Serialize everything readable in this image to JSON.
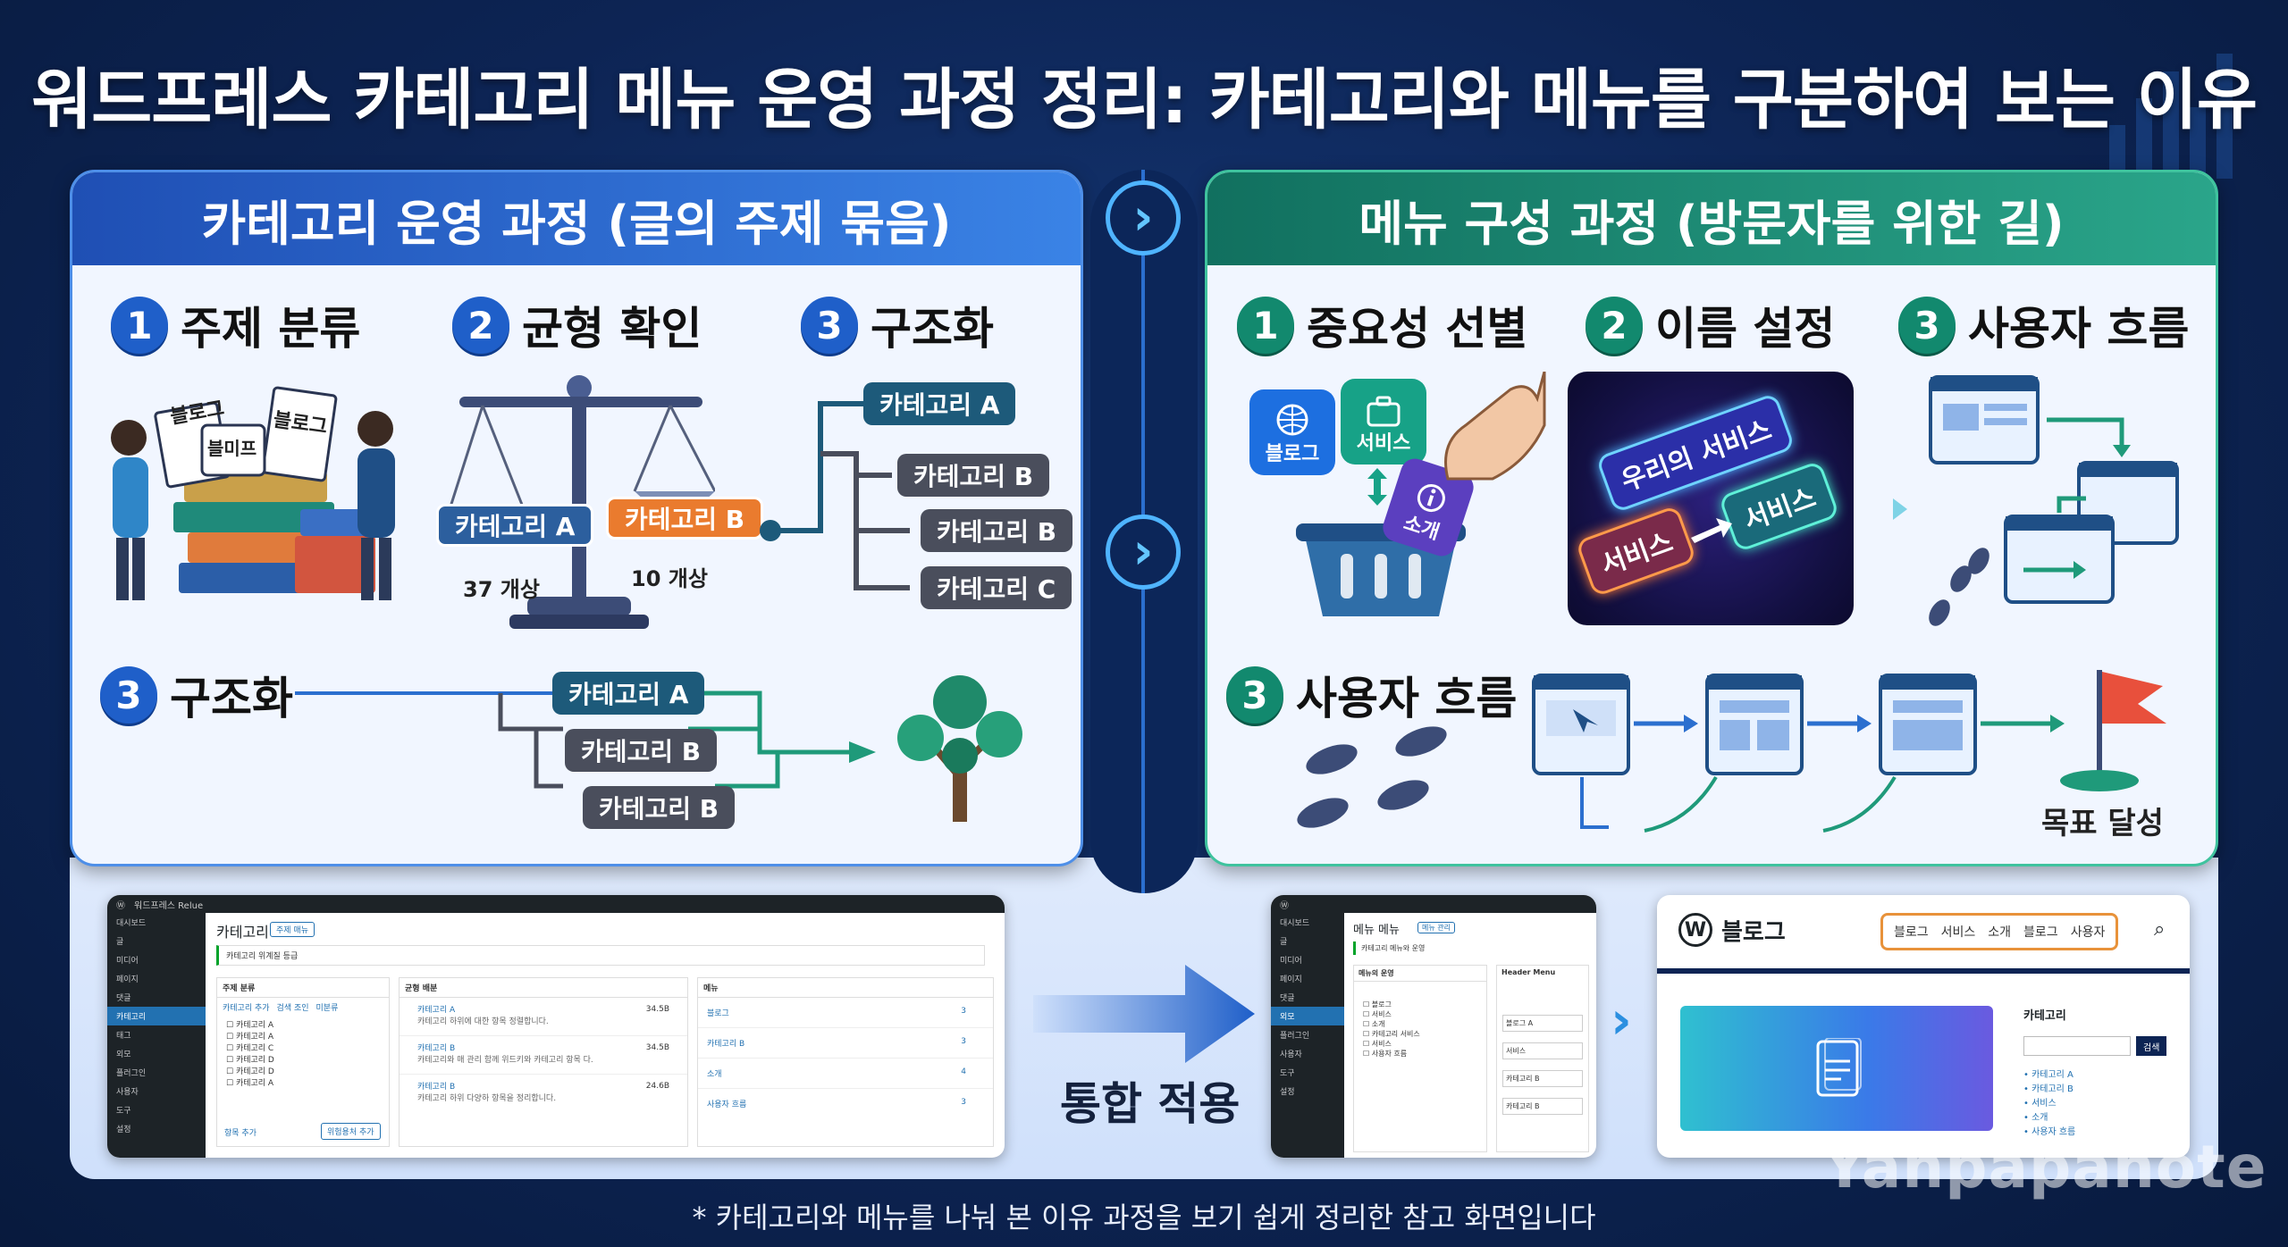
{
  "title": "워드프레스 카테고리 메뉴 운영 과정 정리: 카테고리와 메뉴를 구분하여 보는 이유",
  "left_panel": {
    "heading": "카테고리 운영 과정 (글의 주제 묶음)",
    "steps": [
      {
        "num": "1",
        "label": "주제 분류"
      },
      {
        "num": "2",
        "label": "균형 확인"
      },
      {
        "num": "3",
        "label": "구조화"
      }
    ],
    "step_lower": {
      "num": "3",
      "label": "구조화"
    },
    "paper_labels": [
      "블로그",
      "블미프",
      "블로그"
    ],
    "scale": {
      "left_label": "카테고리 A",
      "left_count": "37 개상",
      "right_label": "카테고리 B",
      "right_count": "10 개상"
    },
    "tree_items": [
      "카테고리 A",
      "카테고리 B",
      "카테고리 B",
      "카테고리 C"
    ],
    "flow_items": [
      "카테고리 A",
      "카테고리 B",
      "카테고리 B"
    ]
  },
  "right_panel": {
    "heading": "메뉴 구성 과정 (방문자를 위한 길)",
    "steps": [
      {
        "num": "1",
        "label": "중요성 선별"
      },
      {
        "num": "2",
        "label": "이름 설정"
      },
      {
        "num": "3",
        "label": "사용자 흐름"
      }
    ],
    "step_lower": {
      "num": "3",
      "label": "사용자 흐름"
    },
    "icons": [
      {
        "label": "블로그",
        "color": "#1d6fe0",
        "icon": "globe-icon"
      },
      {
        "label": "서비스",
        "color": "#17a287",
        "icon": "briefcase-icon"
      },
      {
        "label": "소개",
        "color": "#5b3fbf",
        "icon": "info-icon"
      }
    ],
    "neon": {
      "top": "우리의 서비스",
      "left": "서비스",
      "right": "서비스"
    },
    "goal_label": "목표 달성"
  },
  "bottom": {
    "merge_label": "통합 적용",
    "admin1": {
      "site": "워드프레스 Relue",
      "page_title": "카테고리",
      "btn": "주제 매뉴",
      "notice": "카테고리 위계질 등급",
      "side": [
        "대시보드",
        "글",
        "미디어",
        "페이지",
        "댓글",
        "카테고리",
        "태그",
        "외모",
        "플러그인",
        "사용자",
        "도구",
        "설정"
      ],
      "box1_title": "주제 분류",
      "box1_tabs": [
        "카테고리 추가",
        "검색 조인",
        "미분류"
      ],
      "box1_items": [
        "카테고리 A",
        "카테고리 A",
        "카테고리 C",
        "카테고리 D",
        "카테고리 D",
        "카테고리 A"
      ],
      "box1_foot_link": "항목 추가",
      "box1_foot_btn": "위험용처 추가",
      "box2_title": "균형 배분",
      "box2_items": [
        {
          "name": "카테고리 A",
          "desc": "카테고리 하위에 대한 항목 정렬합니다.",
          "count": "34.5B"
        },
        {
          "name": "카테고리 B",
          "desc": "카테고리와 매 관리 함께 위드키와 카테고리 항목 다.",
          "count": "34.5B"
        },
        {
          "name": "카테고리 B",
          "desc": "카테고리 하위 다양하 항목을 정리합니다.",
          "count": "24.6B"
        }
      ],
      "box3_title": "메뉴",
      "box3_items": [
        {
          "name": "블로그",
          "count": "3"
        },
        {
          "name": "카테고리 B",
          "count": "3"
        },
        {
          "name": "소개",
          "count": "4"
        },
        {
          "name": "사용자 흐름",
          "count": "3"
        }
      ]
    },
    "admin2": {
      "page_title": "메뉴 메뉴",
      "btn": "메뉴 관리",
      "notice": "카테고리 메뉴와 운영",
      "box_title": "메뉴의 운영",
      "header_label": "Header Menu",
      "left_items": [
        "블로그",
        "서비스",
        "소개",
        "카테고리 서비스",
        "서비스",
        "사용자 흐름"
      ],
      "right_items": [
        "블로그 A",
        "서비스",
        "카테고리 B",
        "카테고리 B"
      ]
    },
    "site": {
      "logo": "블로그",
      "nav": [
        "블로그",
        "서비스",
        "소개",
        "블로그",
        "사용자"
      ],
      "sidebar_title": "카테고리",
      "search_btn": "검색",
      "cats": [
        "카테고리 A",
        "카테고리 B",
        "서비스",
        "소개",
        "사용자 흐름"
      ]
    }
  },
  "footnote": "* 카테고리와 메뉴를 나눠 본 이유 과정을 보기 쉽게 정리한 참고 화면입니다",
  "watermark": "Yanpapanote"
}
